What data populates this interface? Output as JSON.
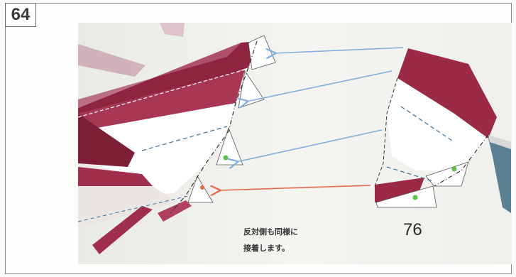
{
  "step": {
    "number": "64"
  },
  "part_label": "76",
  "caption": {
    "line1": "反対側も同様に",
    "line2": "接着します。"
  },
  "colors": {
    "paper_red": "#9b2a45",
    "arrow_blue": "#7fb0e0",
    "arrow_red": "#e8684a",
    "glue_dot": "#5cc04a"
  }
}
